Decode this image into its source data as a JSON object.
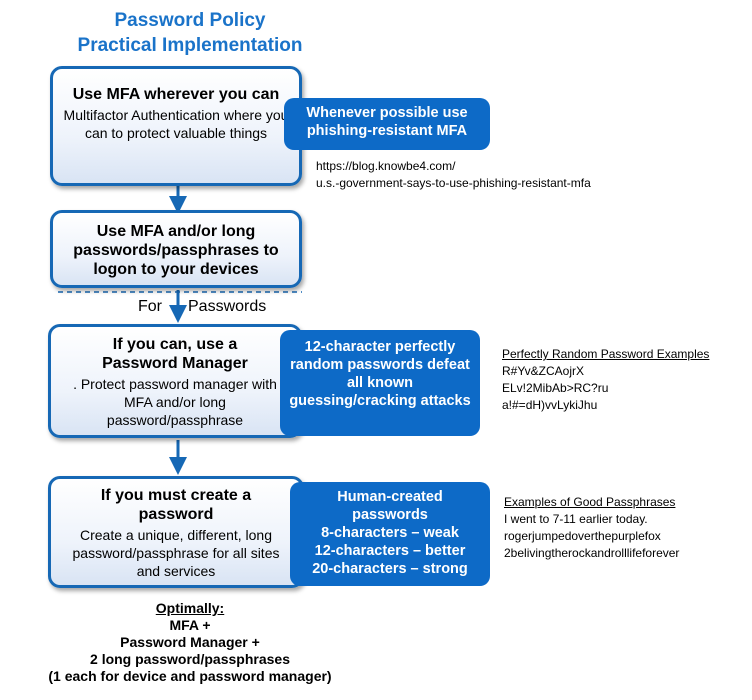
{
  "title": {
    "line1": "Password Policy",
    "line2": "Practical Implementation"
  },
  "steps": [
    {
      "head": "Use MFA wherever you can",
      "body": "Multifactor Authentication where you can to protect valuable things"
    },
    {
      "head": "Use MFA and/or long passwords/passphrases to logon to your devices",
      "body": ""
    },
    {
      "head": "If you can, use a Password Manager",
      "body": ". Protect password manager with MFA and/or long password/passphrase"
    },
    {
      "head": "If you must create a password",
      "body": "Create a unique, different, long password/passphrase for all sites and services"
    }
  ],
  "for_label": "For",
  "passwords_label": "Passwords",
  "callouts": {
    "mfa": "Whenever possible use phishing-resistant MFA",
    "random": "12-character perfectly random passwords defeat all known guessing/cracking attacks",
    "human": {
      "line1": "Human-created",
      "line2": "passwords",
      "line3": "8-characters – weak",
      "line4": "12-characters – better",
      "line5": "20-characters –  strong"
    }
  },
  "link": {
    "line1": "https://blog.knowbe4.com/",
    "line2": "u.s.-government-says-to-use-phishing-resistant-mfa"
  },
  "random_examples": {
    "heading": "Perfectly Random Password Examples",
    "items": [
      "R#Yv&ZCAojrX",
      "ELv!2MibAb>RC?ru",
      "a!#=dH)vvLykiJhu"
    ]
  },
  "passphrase_examples": {
    "heading": "Examples of Good Passphrases",
    "items": [
      "I went to 7-11 earlier today.",
      "rogerjumpedoverthepurplefox",
      "2belivingtherockandrolllifeforever"
    ]
  },
  "optimally": {
    "heading": "Optimally:",
    "line1": "MFA +",
    "line2": "Password Manager  +",
    "line3": "2 long password/passphrases",
    "line4": "(1 each for device and password manager)"
  },
  "colors": {
    "title": "#1a73c9",
    "box_border": "#1668b5",
    "callout_fill": "#0d6ac7"
  }
}
